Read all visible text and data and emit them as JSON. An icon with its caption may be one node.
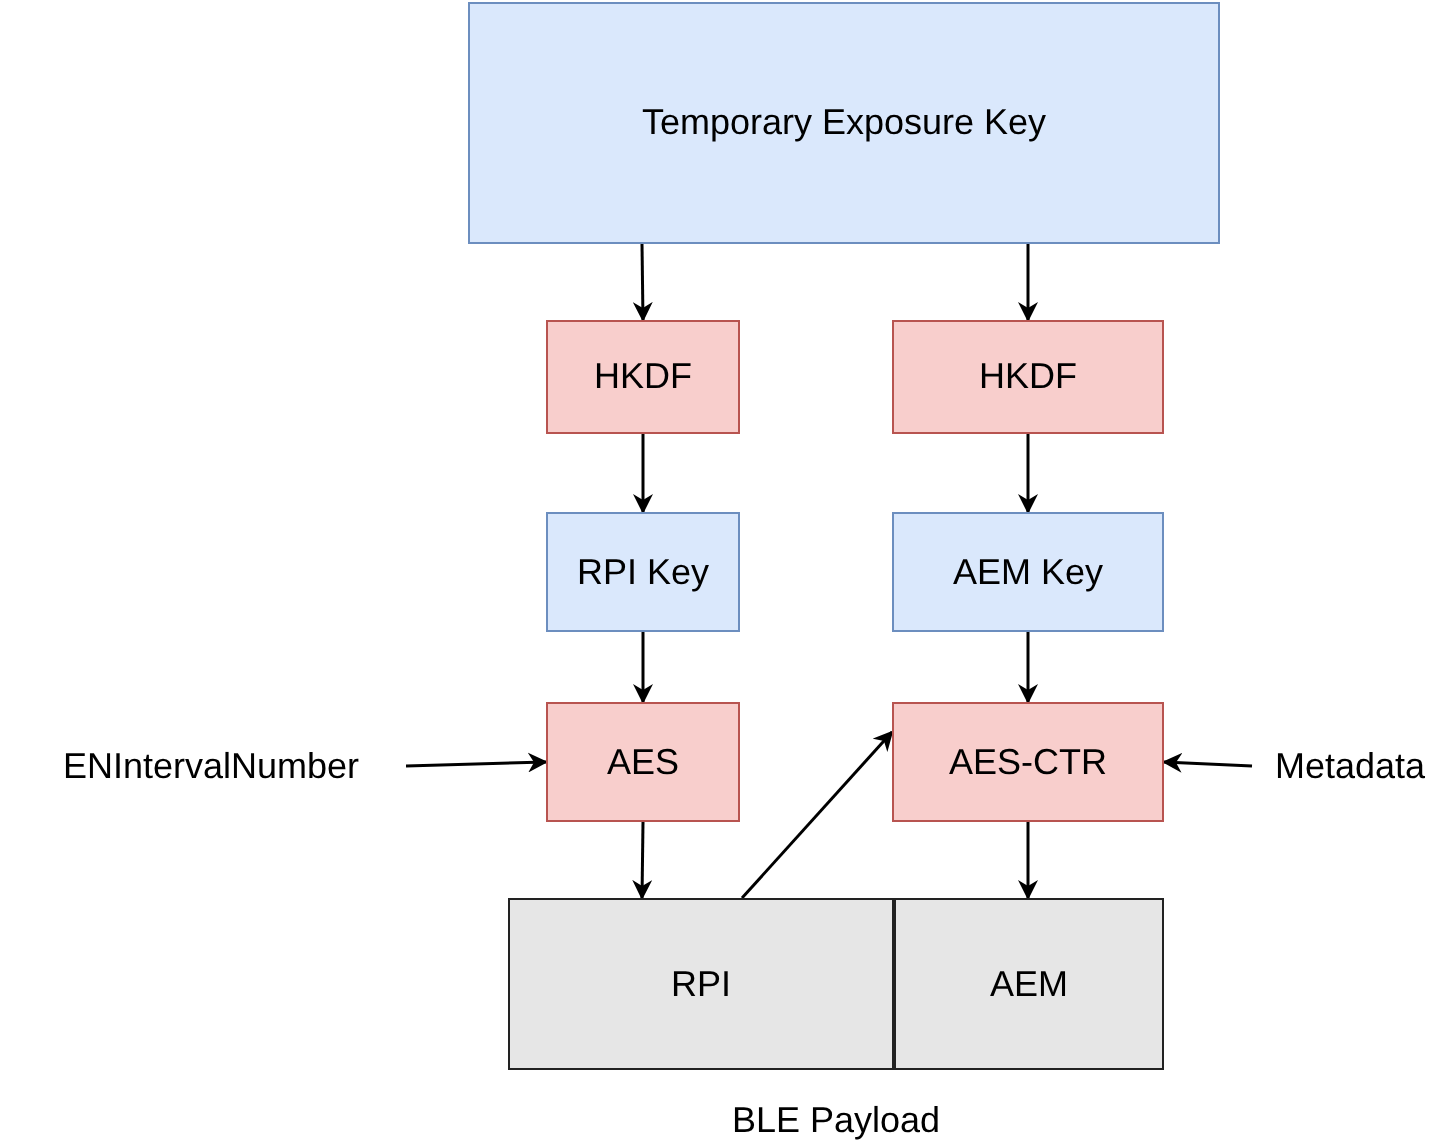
{
  "diagram": {
    "nodes": [
      {
        "text": [
          "Temporary Exposure Key"
        ]
      },
      {
        "text": [
          "HKDF"
        ]
      },
      {
        "text": [
          "HKDF"
        ]
      },
      {
        "text": [
          "RPI Key"
        ]
      },
      {
        "text": [
          "AEM Key"
        ]
      },
      {
        "text": [
          "ENIntervalNumber"
        ]
      },
      {
        "text": [
          "AES"
        ]
      },
      {
        "text": [
          "AES-CTR"
        ]
      },
      {
        "text": [
          "Metadata"
        ]
      },
      {
        "text": [
          "BLE Payload"
        ]
      },
      {
        "text": [
          "RPI"
        ],
        "in": 9
      },
      {
        "text": [
          "AEM"
        ],
        "in": 9
      }
    ],
    "edges": [
      {
        "from": 0,
        "to": 1,
        "arrow": "to"
      },
      {
        "from": 0,
        "to": 2,
        "arrow": "to"
      },
      {
        "from": 1,
        "to": 3,
        "arrow": "to"
      },
      {
        "from": 2,
        "to": 4,
        "arrow": "to"
      },
      {
        "from": 3,
        "to": 6,
        "arrow": "to"
      },
      {
        "from": 4,
        "to": 7,
        "arrow": "to"
      },
      {
        "from": 5,
        "to": 6,
        "arrow": "to"
      },
      {
        "from": 8,
        "to": 7,
        "arrow": "to"
      },
      {
        "from": 6,
        "to": 10,
        "arrow": "to"
      },
      {
        "from": 10,
        "to": 7,
        "arrow": "to"
      },
      {
        "from": 7,
        "to": 11,
        "arrow": "to"
      }
    ]
  }
}
